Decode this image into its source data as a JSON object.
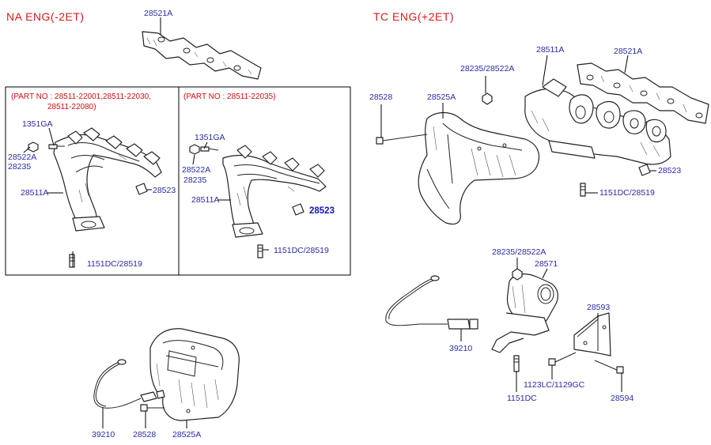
{
  "headers": {
    "na": "NA  ENG(-2ET)",
    "tc": "TC  ENG(+2ET)"
  },
  "part_notes": {
    "left_line1": "(PART  NO  :  28511-22001,28511-22030,",
    "left_line2": "28511-22080)",
    "right_line1": "(PART  NO  :  28511-22035)"
  },
  "labels": {
    "p28521a_na": "28521A",
    "p1351ga_l": "1351GA",
    "p28522a_l": "28522A",
    "p28235_l": "28235",
    "p28511a_l": "28511A",
    "p28523_l": "28523",
    "p1151dc_l": "1151DC/28519",
    "p1351ga_r": "1351GA",
    "p28522a_r": "28522A",
    "p28235_r": "28235",
    "p28511a_r": "28511A",
    "p28523_r": "28523",
    "p1151dc_r": "1151DC/28519",
    "p39210_na": "39210",
    "p28528_na": "28528",
    "p28525a_na": "28525A",
    "p28235_28522a_tc": "28235/28522A",
    "p28511a_tc": "28511A",
    "p28521a_tc": "28521A",
    "p28528_tc": "28528",
    "p28525a_tc": "28525A",
    "p28523_tc": "28523",
    "p1151dc_tc": "1151DC/28519",
    "p28235_28522a_tc2": "28235/28522A",
    "p28571_tc": "28571",
    "p28593_tc": "28593",
    "p39210_tc": "39210",
    "p1123lc_tc": "1123LC/1129GC",
    "p1151dc_tc2": "1151DC",
    "p28594_tc": "28594"
  },
  "colors": {
    "header_red": "#d81b1b",
    "label_blue": "#2a2aa8",
    "line_black": "#000000"
  }
}
